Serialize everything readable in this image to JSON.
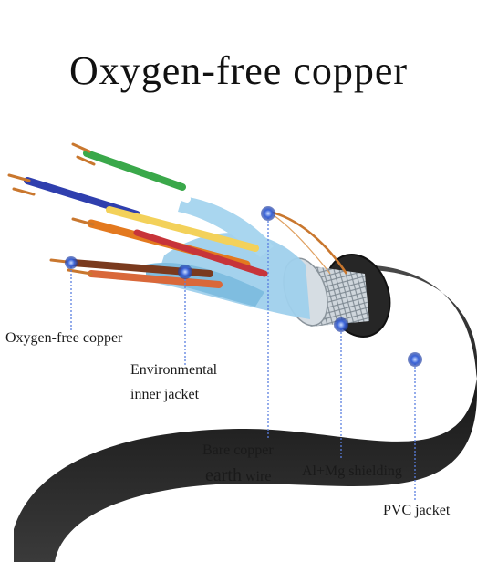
{
  "title": "Oxygen-free copper",
  "labels": {
    "conductor": "Oxygen-free copper",
    "inner_jacket_line1": "Environmental",
    "inner_jacket_line2": "inner jacket",
    "earth_line1": "Bare copper",
    "earth_line2a": "earth",
    "earth_line2b": "wire",
    "shielding": "Al+Mg shielding",
    "outer_jacket": "PVC jacket"
  },
  "colors": {
    "cable": "#2a2a2a",
    "copper": "#c9772e",
    "shield": "#8fc8e8",
    "pointer": "#3a63d8",
    "pair_orange": "#e3791f",
    "pair_green": "#3aa84a",
    "pair_blue": "#2f3fae",
    "pair_brown": "#7a3a1e"
  }
}
